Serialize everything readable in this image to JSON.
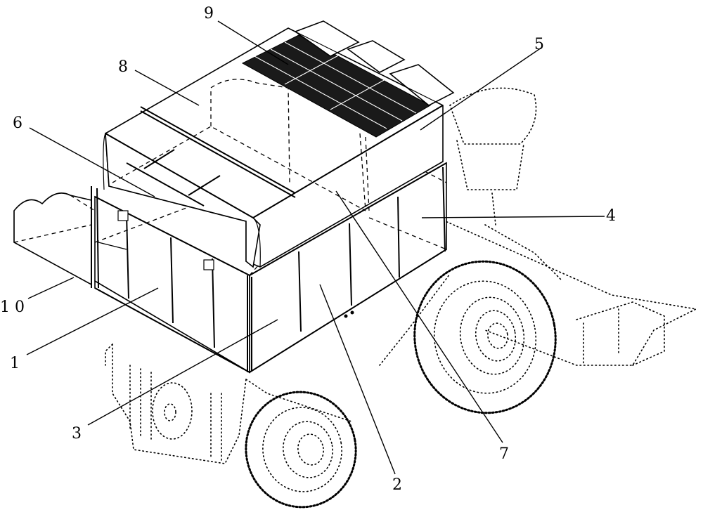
{
  "callouts": [
    {
      "id": "1",
      "label": "1"
    },
    {
      "id": "2",
      "label": "2"
    },
    {
      "id": "3",
      "label": "3"
    },
    {
      "id": "4",
      "label": "4"
    },
    {
      "id": "5",
      "label": "5"
    },
    {
      "id": "6",
      "label": "6"
    },
    {
      "id": "7",
      "label": "7"
    },
    {
      "id": "8",
      "label": "8"
    },
    {
      "id": "9",
      "label": "9"
    },
    {
      "id": "10",
      "label": "1 0"
    }
  ]
}
